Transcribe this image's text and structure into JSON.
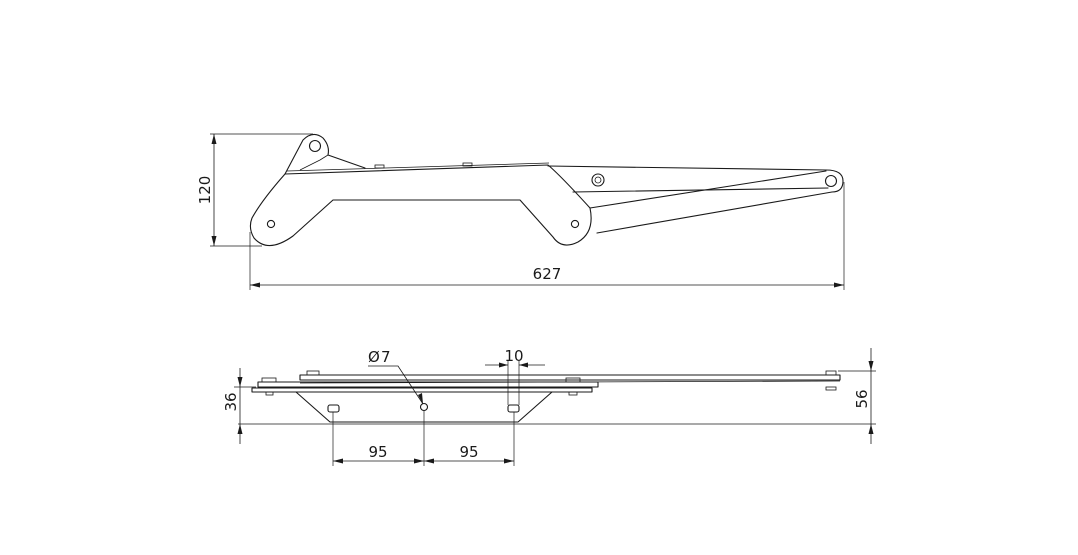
{
  "dimensions": {
    "height_top": "120",
    "overall_length": "627",
    "hole_diameter": "7",
    "hole_diameter_symbol": "Ø",
    "slot_width": "10",
    "offset_left": "95",
    "offset_right": "95",
    "height_side_left": "36",
    "height_side_right": "56"
  }
}
